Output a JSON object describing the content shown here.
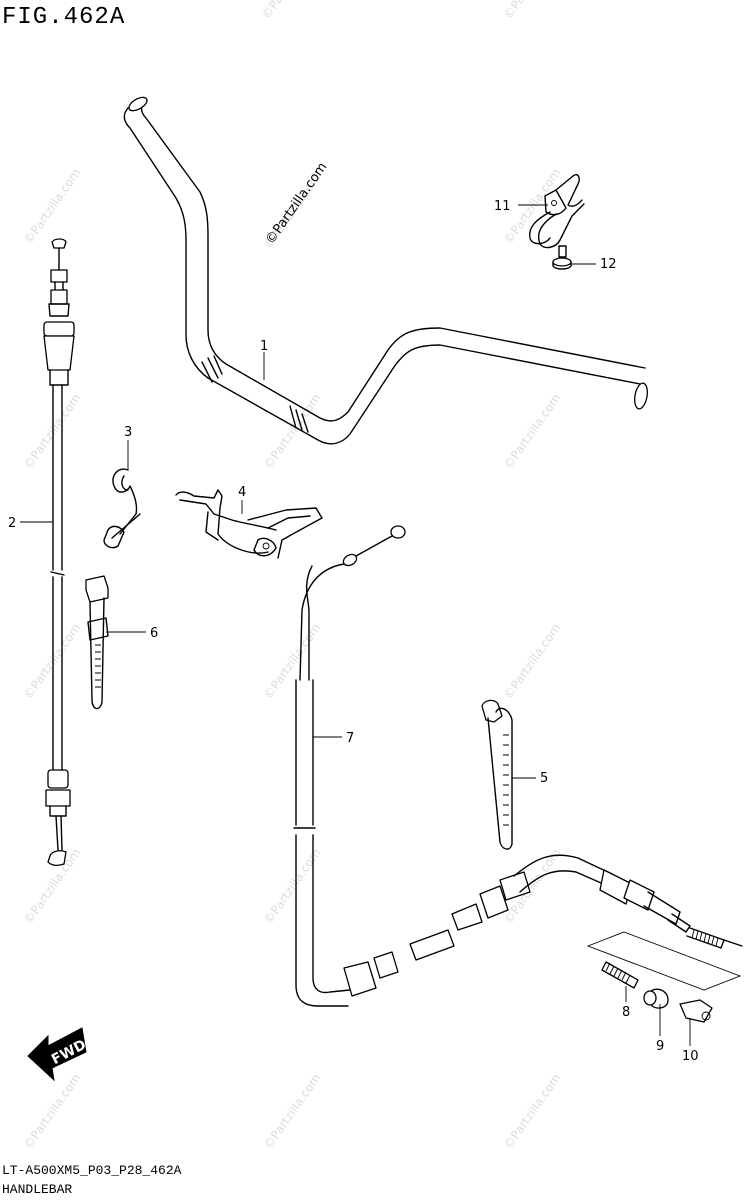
{
  "figure": {
    "title": "FIG.462A",
    "code": "LT-A500XM5_P03_P28_462A",
    "subtitle": "HANDLEBAR"
  },
  "watermark": {
    "main": "©Partzilla.com",
    "tile": "©Partzilla.com"
  },
  "fwd_label": "FWD",
  "callouts": [
    "1",
    "2",
    "3",
    "4",
    "5",
    "6",
    "7",
    "8",
    "9",
    "10",
    "11",
    "12"
  ]
}
